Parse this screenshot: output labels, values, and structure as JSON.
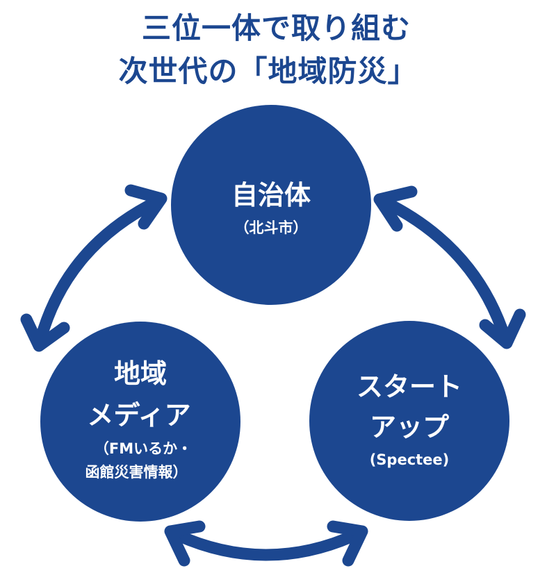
{
  "title": {
    "line1": "三位一体で取り組む",
    "line2": "次世代の「地域防災」"
  },
  "colors": {
    "primary": "#1c4790",
    "text_on_primary": "#ffffff",
    "background": "#ffffff"
  },
  "nodes": {
    "government": {
      "name": "自治体",
      "detail": "（北斗市）"
    },
    "media": {
      "name_line1": "地域",
      "name_line2": "メディア",
      "detail_line1": "（FMいるか・",
      "detail_line2": "函館災害情報）"
    },
    "startup": {
      "name_line1": "スタート",
      "name_line2": "アップ",
      "detail": "(Spectee)"
    }
  },
  "connections": [
    {
      "from": "government",
      "to": "media",
      "type": "bidirectional-arrow"
    },
    {
      "from": "government",
      "to": "startup",
      "type": "bidirectional-arrow"
    },
    {
      "from": "media",
      "to": "startup",
      "type": "bidirectional-arrow"
    }
  ]
}
